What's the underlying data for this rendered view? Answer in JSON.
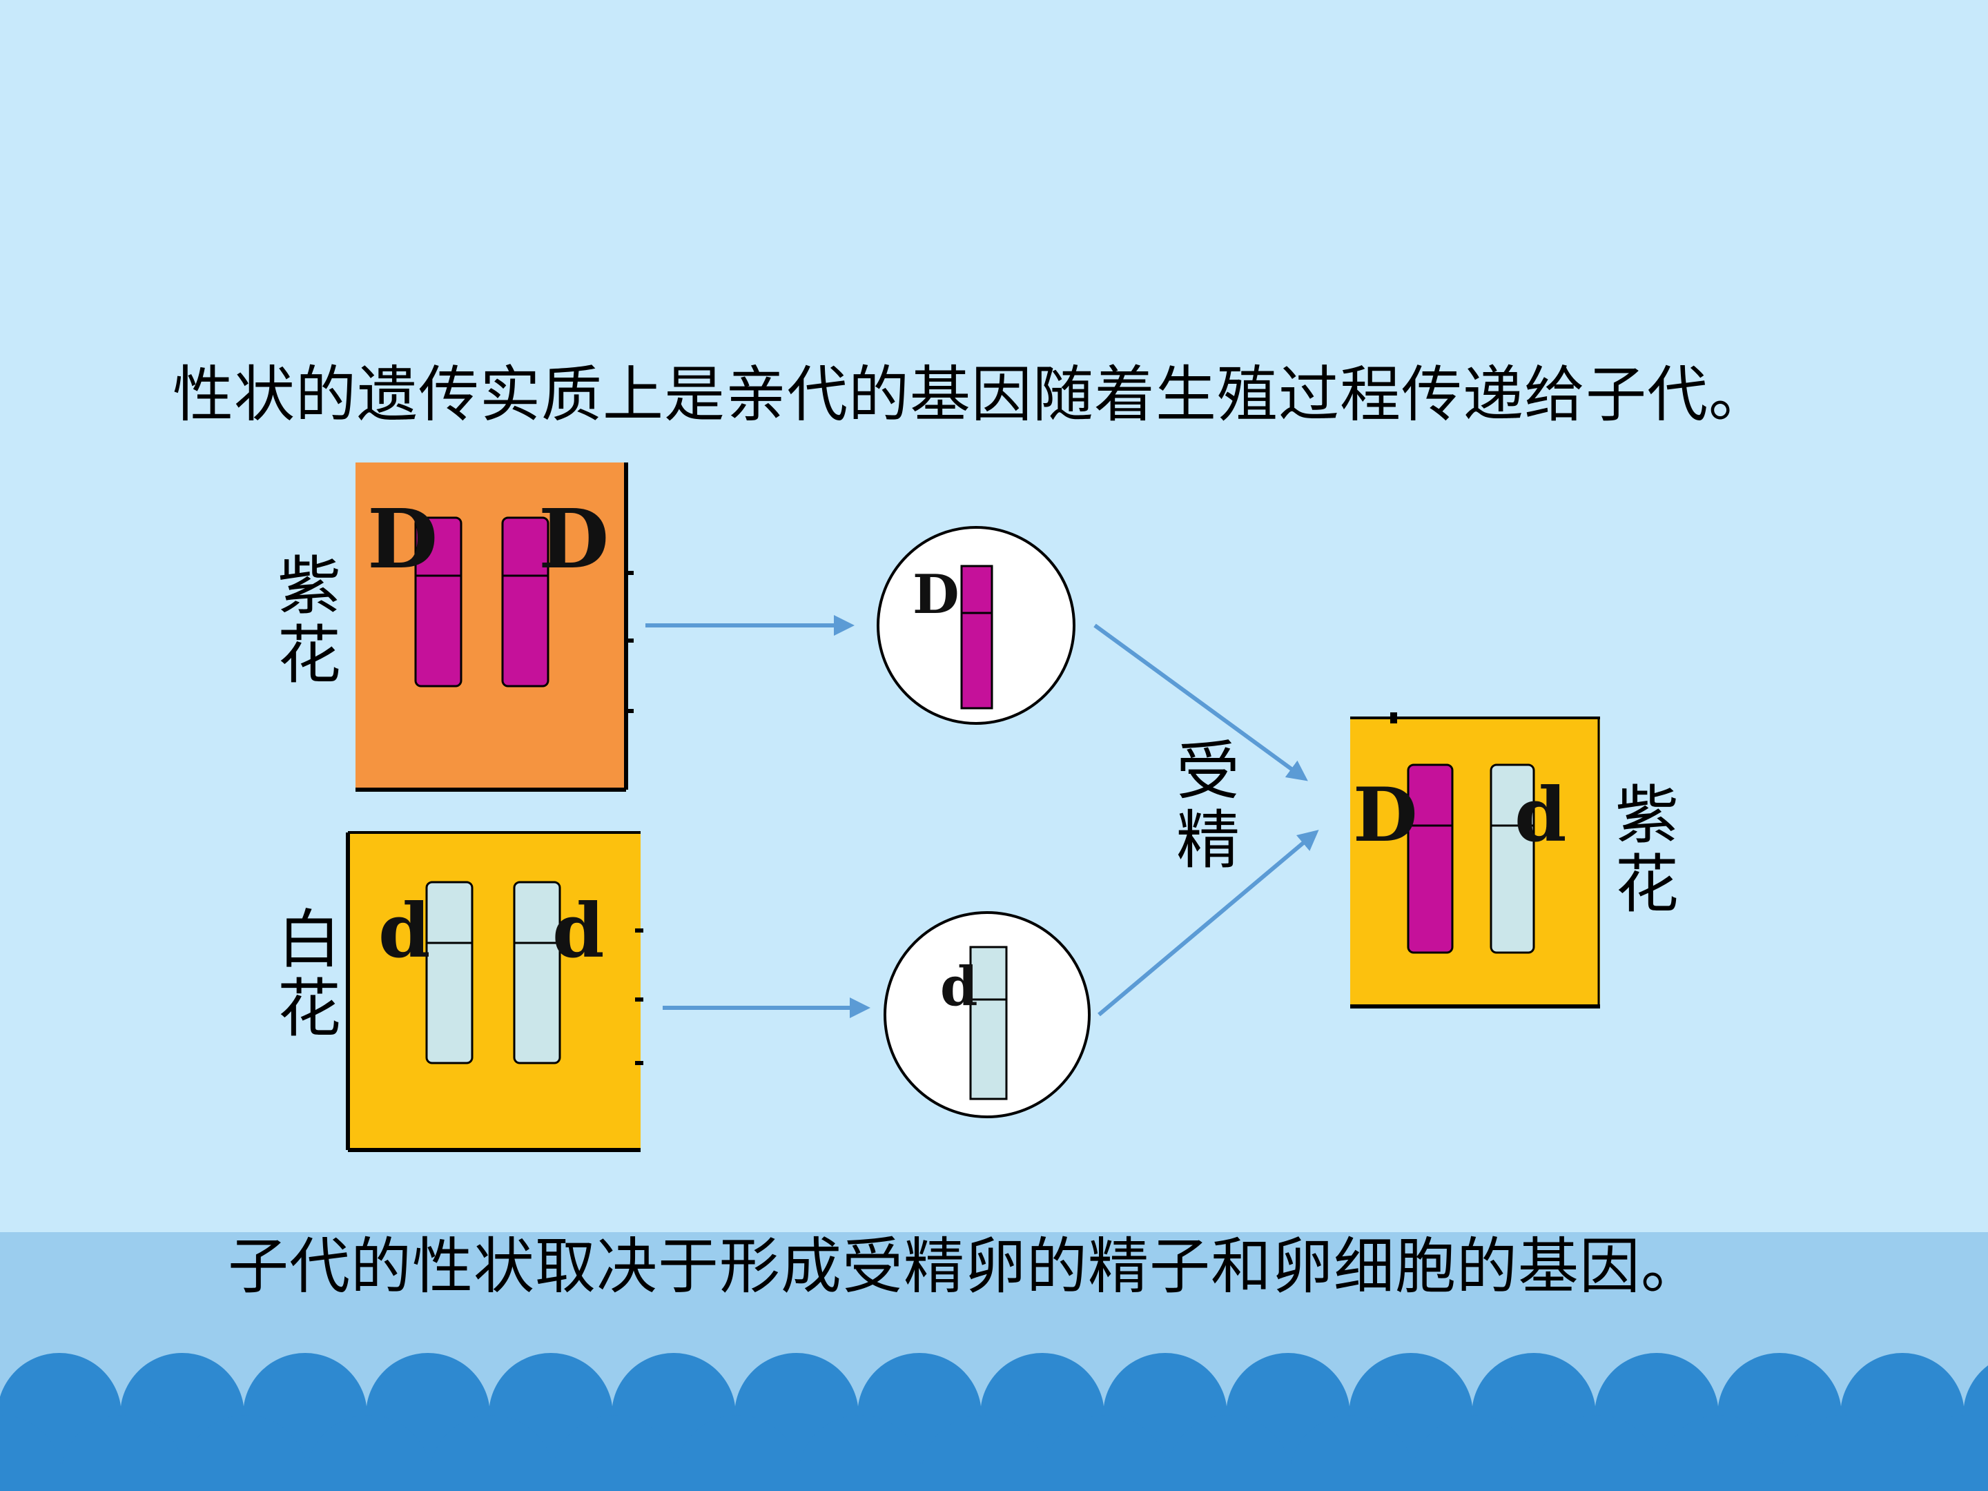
{
  "slide": {
    "top_statement": "性状的遗传实质上是亲代的基因随着生殖过程传递给子代。",
    "bottom_statement": "子代的性状取决于形成受精卵的精子和卵细胞的基因。"
  },
  "diagram": {
    "parent_purple": {
      "label_lines": [
        "紫",
        "花"
      ],
      "alleles": [
        "D",
        "D"
      ],
      "background_color": "#f59440",
      "chromosome_color": "#c5119a"
    },
    "parent_white": {
      "label_lines": [
        "白",
        "花"
      ],
      "alleles": [
        "d",
        "d"
      ],
      "background_color": "#fcc10e",
      "chromosome_color": "#cbe6ea"
    },
    "gamete_top": {
      "allele": "D",
      "chromosome_color": "#c5119a"
    },
    "gamete_bottom": {
      "allele": "d",
      "chromosome_color": "#cbe6ea"
    },
    "fertilization_label_lines": [
      "受",
      "精"
    ],
    "offspring": {
      "label_lines": [
        "紫",
        "花"
      ],
      "alleles": [
        "D",
        "d"
      ],
      "background_color": "#fcc10e"
    },
    "arrow_color": "#5b9bd5"
  },
  "colors": {
    "slide_background": "#c8e9fb",
    "footer_band": "#9bcdee",
    "wave_fill": "#2e89d0"
  }
}
